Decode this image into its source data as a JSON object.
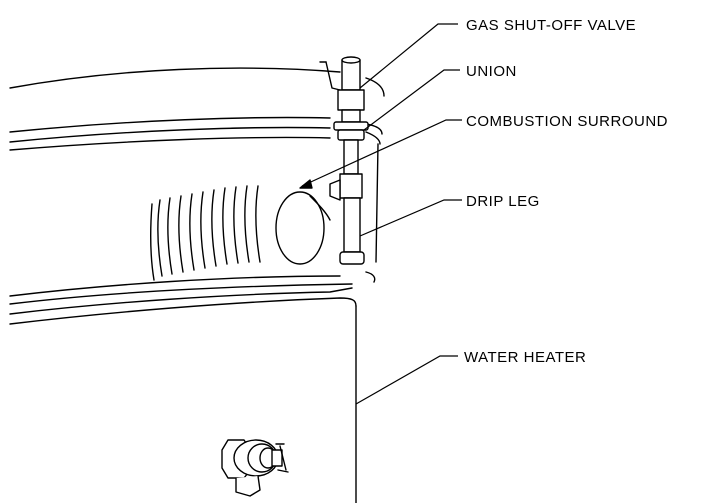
{
  "labels": {
    "gas_shutoff_valve": "GAS SHUT-OFF VALVE",
    "union": "UNION",
    "combustion_surround": "COMBUSTION SURROUND",
    "drip_leg": "DRIP LEG",
    "water_heater": "WATER HEATER"
  },
  "colors": {
    "line": "#000000",
    "background": "#ffffff"
  }
}
